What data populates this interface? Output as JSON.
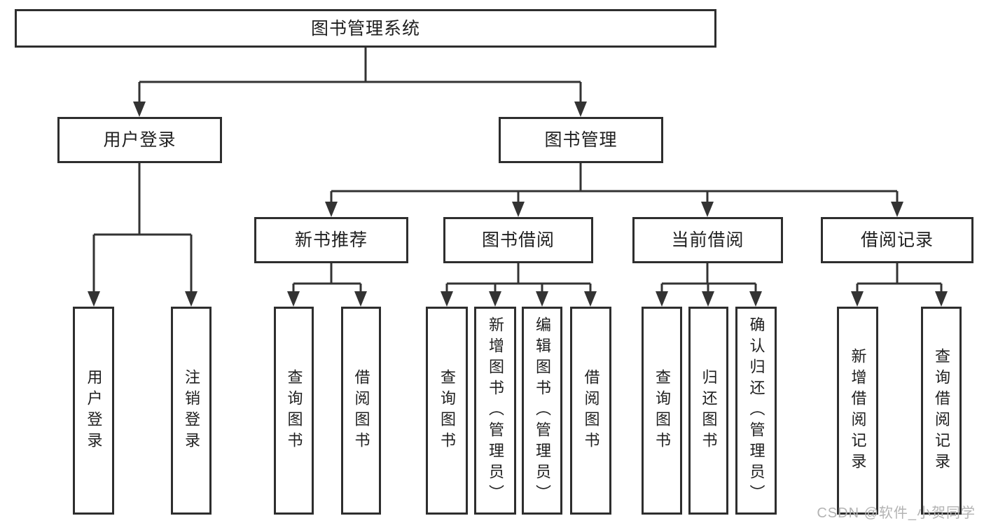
{
  "diagram_title": "图书管理系统",
  "nodes": {
    "root": {
      "label": "图书管理系统"
    },
    "user_login": {
      "label": "用户登录"
    },
    "book_management": {
      "label": "图书管理"
    },
    "new_book_recommend": {
      "label": "新书推荐"
    },
    "book_borrowing": {
      "label": "图书借阅"
    },
    "current_borrowing": {
      "label": "当前借阅"
    },
    "borrowing_records": {
      "label": "借阅记录"
    },
    "leaf_user_login": {
      "label": "用户登录"
    },
    "leaf_logout_login": {
      "label": "注销登录"
    },
    "leaf_query_books_1": {
      "label": "查询图书"
    },
    "leaf_borrow_books_1": {
      "label": "借阅图书"
    },
    "leaf_query_books_2": {
      "label": "查询图书"
    },
    "leaf_add_book_admin": {
      "label": "新增图书（管理员）"
    },
    "leaf_edit_book_admin": {
      "label": "编辑图书（管理员）"
    },
    "leaf_borrow_books_2": {
      "label": "借阅图书"
    },
    "leaf_query_books_3": {
      "label": "查询图书"
    },
    "leaf_return_books": {
      "label": "归还图书"
    },
    "leaf_confirm_return_admin": {
      "label": "确认归还（管理员）"
    },
    "leaf_add_borrow_record": {
      "label": "新增借阅记录"
    },
    "leaf_query_borrow_record": {
      "label": "查询借阅记录"
    }
  },
  "watermark": {
    "text": "CSDN @软件_小贺同学"
  },
  "colors": {
    "line": "#333333",
    "border": "#2e2e2e",
    "text": "#1f1f1f",
    "background": "#ffffff",
    "watermark": "#b3b3b3"
  }
}
